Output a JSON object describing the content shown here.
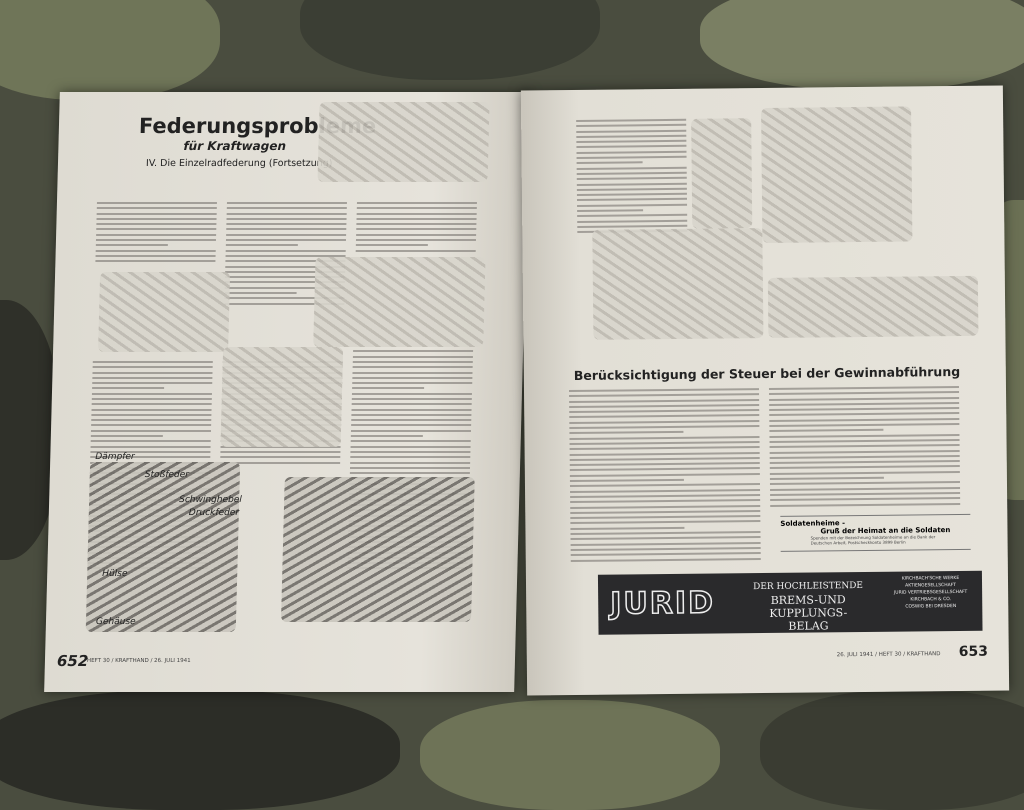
{
  "left_page": {
    "title": "Federungsprobleme",
    "subtitle": "für Kraftwagen",
    "section": "IV. Die Einzelradfederung (Fortsetzung)",
    "figure_labels": [
      "Dämpfer",
      "Stoßfeder",
      "Schwinghebel",
      "Druckfeder",
      "Hülse",
      "Gehäuse"
    ],
    "page_number": "652",
    "footer": "HEFT 30 / KRAFTHAND / 26. JULI 1941"
  },
  "right_page": {
    "article_title": "Berücksichtigung der Steuer bei der Gewinnabführung",
    "notice_title": "Soldatenheime -",
    "notice_subtitle": "Gruß der Heimat an die Soldaten",
    "notice_text": "Spenden mit der Bezeichnung Soldatenheime an die Bank der Deutschen Arbeit, Postscheckkonto 3899 Berlin",
    "ad": {
      "brand": "JURID",
      "line1": "DER HOCHLEISTENDE",
      "line2": "BREMS-UND KUPPLUNGS-",
      "line3": "BELAG",
      "company1": "KIRCHBACH'SCHE WERKE",
      "company2": "AKTIENGESELLSCHAFT",
      "company3": "JURID VERTRIEBSGESELLSCHAFT",
      "company4": "KIRCHBACH & CO.",
      "company5": "COSWIG BEI DRESDEN"
    },
    "page_number": "653",
    "footer": "26. JULI 1941 / HEFT 30 / KRAFTHAND"
  },
  "colors": {
    "paper": "#e4e1d8",
    "ink": "#222222",
    "ad_bg": "#2a2a2c",
    "camo_base": "#4a4d3f"
  }
}
